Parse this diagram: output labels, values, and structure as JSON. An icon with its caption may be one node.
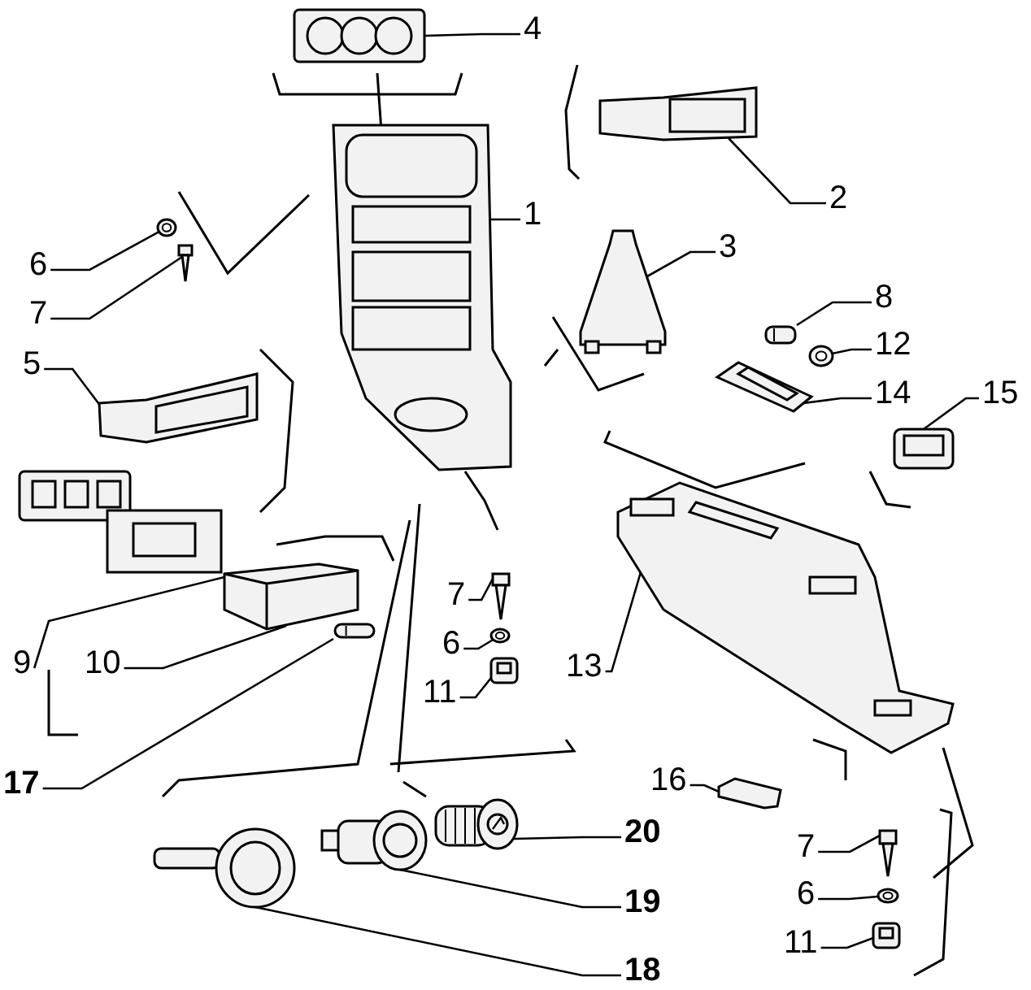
{
  "diagram": {
    "nodes": [
      {
        "text": [
          "4"
        ]
      },
      {
        "text": [],
        "shape": "picture"
      },
      {
        "text": [
          "2"
        ]
      },
      {
        "text": [],
        "shape": "picture"
      },
      {
        "text": [
          "1"
        ]
      },
      {
        "text": [],
        "shape": "picture"
      },
      {
        "text": [
          "6"
        ]
      },
      {
        "text": [],
        "shape": "circle"
      },
      {
        "text": [
          "7"
        ]
      },
      {
        "text": [],
        "shape": "picture"
      },
      {
        "text": [
          "3"
        ]
      },
      {
        "text": [],
        "shape": "picture"
      },
      {
        "text": [
          "8"
        ]
      },
      {
        "text": [],
        "shape": "box"
      },
      {
        "text": [
          "12"
        ]
      },
      {
        "text": [],
        "shape": "circle"
      },
      {
        "text": [
          "5"
        ]
      },
      {
        "text": [],
        "shape": "picture"
      },
      {
        "text": [
          "14"
        ]
      },
      {
        "text": [],
        "shape": "picture"
      },
      {
        "text": [
          "15"
        ]
      },
      {
        "text": [],
        "shape": "picture"
      },
      {
        "text": [
          "7"
        ]
      },
      {
        "text": [],
        "shape": "picture"
      },
      {
        "text": [
          "13"
        ]
      },
      {
        "text": [],
        "shape": "picture"
      },
      {
        "text": [
          "6"
        ]
      },
      {
        "text": [],
        "shape": "circle"
      },
      {
        "text": [
          "9"
        ]
      },
      {
        "text": [
          "10"
        ]
      },
      {
        "text": [],
        "shape": "picture"
      },
      {
        "text": [
          "11"
        ]
      },
      {
        "text": [],
        "shape": "picture"
      },
      {
        "text": [
          "17"
        ]
      },
      {
        "text": [],
        "shape": "box"
      },
      {
        "text": [
          "16"
        ]
      },
      {
        "text": [],
        "shape": "picture"
      },
      {
        "text": [
          "20"
        ]
      },
      {
        "text": [],
        "shape": "picture"
      },
      {
        "text": [
          "19"
        ]
      },
      {
        "text": [],
        "shape": "picture"
      },
      {
        "text": [
          "7"
        ]
      },
      {
        "text": [],
        "shape": "picture"
      },
      {
        "text": [
          "6"
        ]
      },
      {
        "text": [],
        "shape": "circle"
      },
      {
        "text": [
          "11"
        ]
      },
      {
        "text": [],
        "shape": "picture"
      },
      {
        "text": [
          "18"
        ]
      },
      {
        "text": [],
        "shape": "picture"
      }
    ],
    "edges": [
      {
        "from": 0,
        "to": 1,
        "arrow": "none"
      },
      {
        "from": 2,
        "to": 3,
        "arrow": "none"
      },
      {
        "from": 4,
        "to": 5,
        "arrow": "none"
      },
      {
        "from": 6,
        "to": 7,
        "arrow": "none"
      },
      {
        "from": 8,
        "to": 9,
        "arrow": "none"
      },
      {
        "from": 10,
        "to": 11,
        "arrow": "none"
      },
      {
        "from": 12,
        "to": 13,
        "arrow": "none"
      },
      {
        "from": 14,
        "to": 15,
        "arrow": "none"
      },
      {
        "from": 16,
        "to": 17,
        "arrow": "none"
      },
      {
        "from": 18,
        "to": 19,
        "arrow": "none"
      },
      {
        "from": 20,
        "to": 21,
        "arrow": "none"
      },
      {
        "from": 22,
        "to": 23,
        "arrow": "none"
      },
      {
        "from": 24,
        "to": 25,
        "arrow": "none"
      },
      {
        "from": 26,
        "to": 27,
        "arrow": "none"
      },
      {
        "from": 28,
        "to": 30,
        "arrow": "none"
      },
      {
        "from": 29,
        "to": 30,
        "arrow": "none"
      },
      {
        "from": 31,
        "to": 32,
        "arrow": "none"
      },
      {
        "from": 33,
        "to": 34,
        "arrow": "none"
      },
      {
        "from": 35,
        "to": 36,
        "arrow": "none"
      },
      {
        "from": 37,
        "to": 38,
        "arrow": "none"
      },
      {
        "from": 39,
        "to": 40,
        "arrow": "none"
      },
      {
        "from": 41,
        "to": 42,
        "arrow": "none"
      },
      {
        "from": 43,
        "to": 44,
        "arrow": "none"
      },
      {
        "from": 45,
        "to": 46,
        "arrow": "none"
      },
      {
        "from": 47,
        "to": 48,
        "arrow": "none"
      }
    ]
  }
}
